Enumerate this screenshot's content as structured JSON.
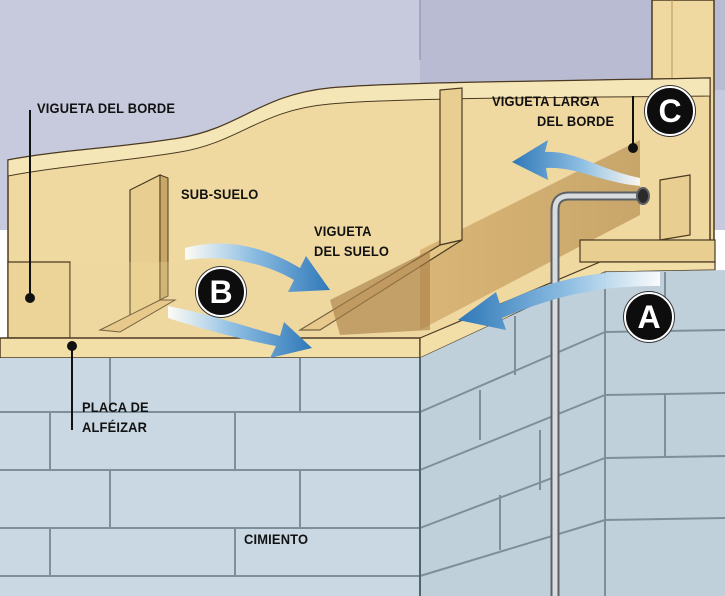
{
  "labels": {
    "vigueta_del_borde": "VIGUETA DEL BORDE",
    "sub_suelo": "SUB-SUELO",
    "vigueta_del_suelo_1": "VIGUETA",
    "vigueta_del_suelo_2": "DEL SUELO",
    "vigueta_larga_1": "VIGUETA LARGA",
    "vigueta_larga_2": "DEL BORDE",
    "placa_1": "PLACA DE",
    "placa_2": "ALFÉIZAR",
    "cimiento": "CIMIENTO"
  },
  "badges": {
    "a": "A",
    "b": "B",
    "c": "C"
  },
  "colors": {
    "wood": "#efd9a0",
    "wood_dark": "#c9a867",
    "block": "#c9d8e2",
    "block_line": "#7f8f9a",
    "wall": "#c7c9dd",
    "arrow": "#3f86c4",
    "badge": "#0d0d0d"
  }
}
